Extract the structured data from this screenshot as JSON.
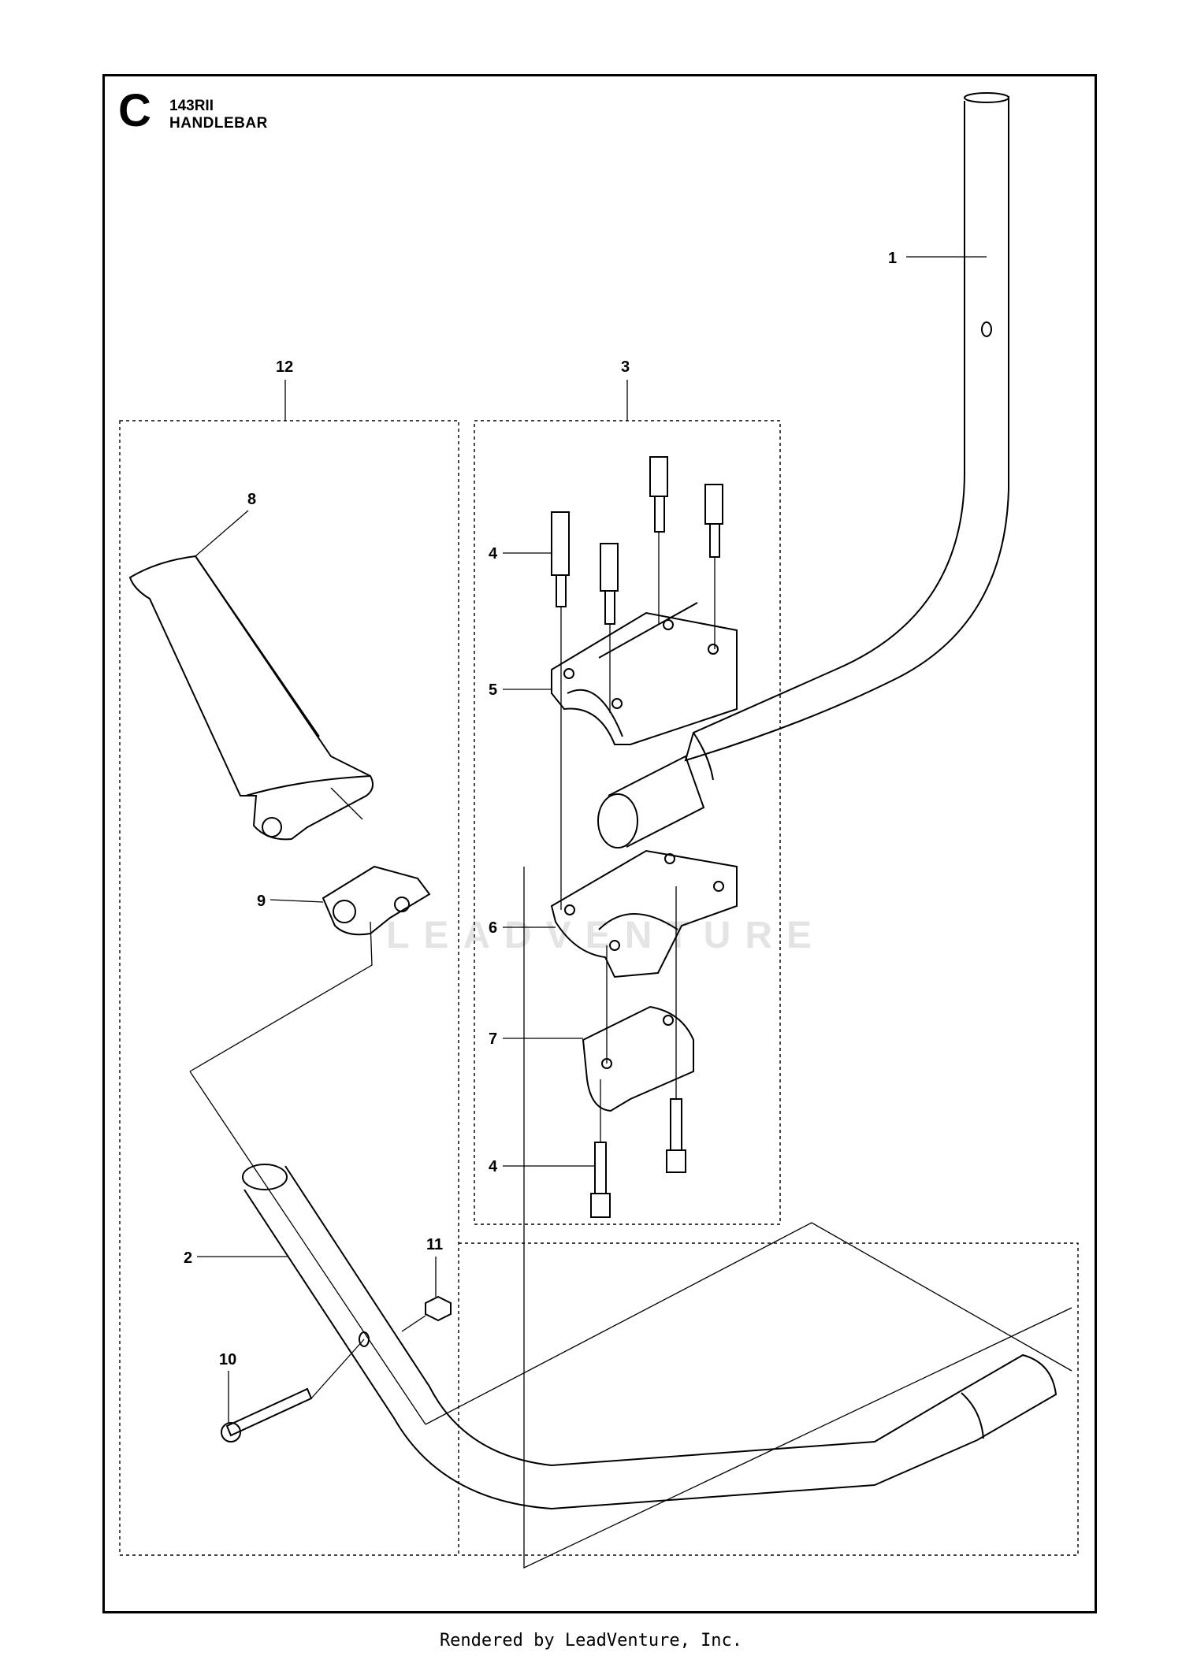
{
  "header": {
    "section_letter": "C",
    "model": "143RII",
    "title": "HANDLEBAR"
  },
  "callouts": [
    {
      "id": "1",
      "label": "1"
    },
    {
      "id": "2",
      "label": "2"
    },
    {
      "id": "3",
      "label": "3"
    },
    {
      "id": "4a",
      "label": "4"
    },
    {
      "id": "4b",
      "label": "4"
    },
    {
      "id": "5",
      "label": "5"
    },
    {
      "id": "6",
      "label": "6"
    },
    {
      "id": "7",
      "label": "7"
    },
    {
      "id": "8",
      "label": "8"
    },
    {
      "id": "9",
      "label": "9"
    },
    {
      "id": "10",
      "label": "10"
    },
    {
      "id": "11",
      "label": "11"
    },
    {
      "id": "12",
      "label": "12"
    }
  ],
  "watermark": "LEADVENTURE",
  "footer": "Rendered by LeadVenture, Inc."
}
